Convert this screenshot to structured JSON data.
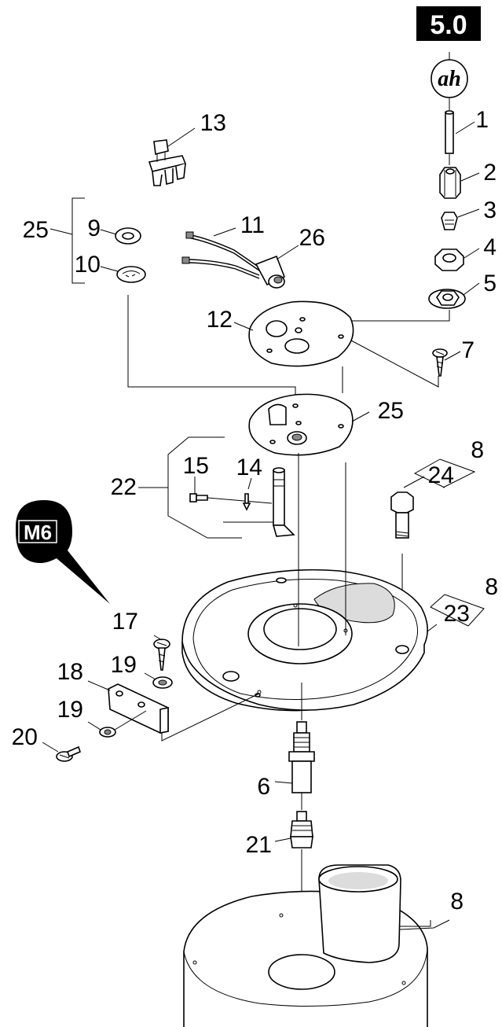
{
  "badges": {
    "section": "5.0",
    "size": "M6",
    "logo": "ah"
  },
  "callouts": {
    "c1": "1",
    "c2": "2",
    "c3": "3",
    "c4": "4",
    "c5": "5",
    "c6": "6",
    "c7": "7",
    "c8a": "8",
    "c8b": "8",
    "c8c": "8",
    "c9": "9",
    "c10": "10",
    "c11": "11",
    "c12": "12",
    "c13": "13",
    "c14": "14",
    "c15": "15",
    "c17": "17",
    "c18": "18",
    "c19a": "19",
    "c19b": "19",
    "c20": "20",
    "c21": "21",
    "c22": "22",
    "c23": "23",
    "c24": "24",
    "c25a": "25",
    "c25b": "25",
    "c26": "26"
  },
  "colors": {
    "ink": "#000000",
    "paper": "#ffffff",
    "shade": "#dcdcdc"
  }
}
